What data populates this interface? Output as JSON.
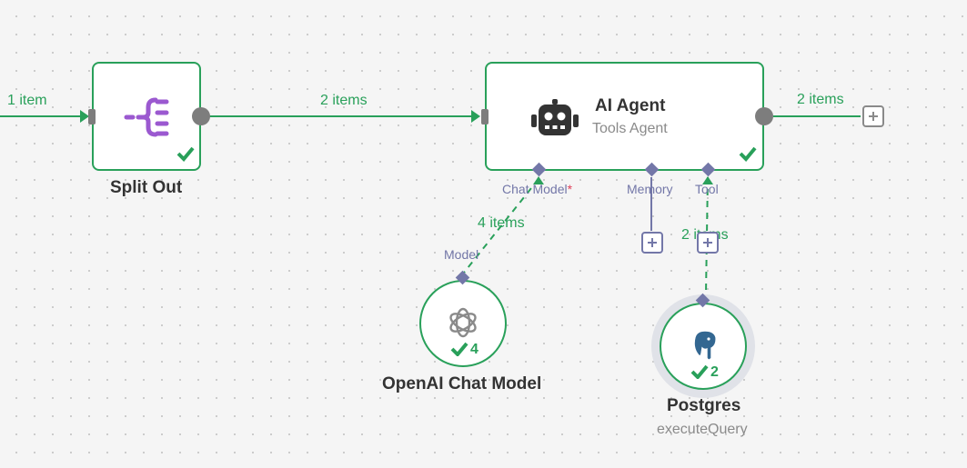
{
  "connections": {
    "input_count": "1 item",
    "split_to_agent_count": "2 items",
    "agent_output_count": "2 items",
    "chat_model_count": "4 items",
    "tool_count": "2 items"
  },
  "nodes": {
    "split_out": {
      "title": "Split Out"
    },
    "ai_agent": {
      "title": "AI Agent",
      "subtitle": "Tools Agent",
      "ports": {
        "chat_model": "Chat Model",
        "required_mark": "*",
        "memory": "Memory",
        "tool": "Tool"
      }
    },
    "openai": {
      "title": "OpenAI Chat Model",
      "port": "Model",
      "run_count": "4"
    },
    "postgres": {
      "title": "Postgres",
      "subtitle": "executeQuery",
      "run_count": "2"
    }
  },
  "colors": {
    "success": "#29a05a",
    "port": "#7377a8",
    "split_out_icon": "#9b59d0",
    "required": "#e0415b"
  },
  "icons": {
    "split_out": "split-out-icon",
    "ai_agent": "robot-icon",
    "openai": "openai-logo-icon",
    "postgres": "postgres-elephant-icon"
  }
}
